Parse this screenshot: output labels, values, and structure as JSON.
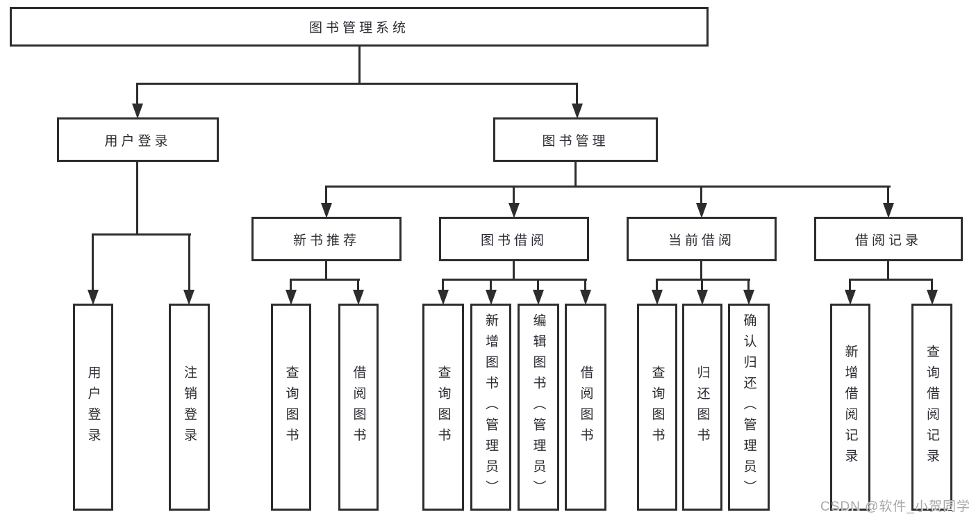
{
  "diagram": {
    "root": {
      "label": "图书管理系统"
    },
    "user": {
      "label": "用户登录",
      "children": [
        "用户登录",
        "注销登录"
      ]
    },
    "book": {
      "label": "图书管理",
      "groups": [
        {
          "label": "新书推荐",
          "children": [
            "查询图书",
            "借阅图书"
          ]
        },
        {
          "label": "图书借阅",
          "children": [
            "查询图书",
            "新增图书（管理员）",
            "编辑图书（管理员）",
            "借阅图书"
          ]
        },
        {
          "label": "当前借阅",
          "children": [
            "查询图书",
            "归还图书",
            "确认归还（管理员）"
          ]
        },
        {
          "label": "借阅记录",
          "children": [
            "新增借阅记录",
            "查询借阅记录"
          ]
        }
      ]
    }
  },
  "watermark": {
    "text": "CSDN @软件_小贺同学"
  },
  "colors": {
    "line": "#2d2d2d",
    "text": "#2b2b33",
    "watermark": "#a8a8a8",
    "background": "#ffffff"
  }
}
